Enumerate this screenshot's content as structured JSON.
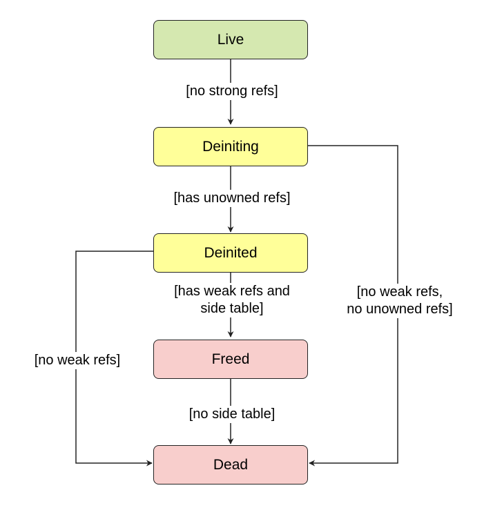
{
  "colors": {
    "live": "#d5e8b0",
    "deiniting": "#ffff99",
    "deinited": "#ffff99",
    "freed": "#f8cecc",
    "dead": "#f8cecc",
    "stroke": "#222222"
  },
  "nodes": {
    "live": "Live",
    "deiniting": "Deiniting",
    "deinited": "Deinited",
    "freed": "Freed",
    "dead": "Dead"
  },
  "edges": {
    "live_to_deiniting": "[no strong refs]",
    "deiniting_to_deinited": "[has unowned refs]",
    "deinited_to_freed": "[has weak refs and\nside table]",
    "freed_to_dead": "[no side table]",
    "deinited_to_dead": "[no weak refs]",
    "deiniting_to_dead": "[no weak refs,\nno unowned refs]"
  }
}
